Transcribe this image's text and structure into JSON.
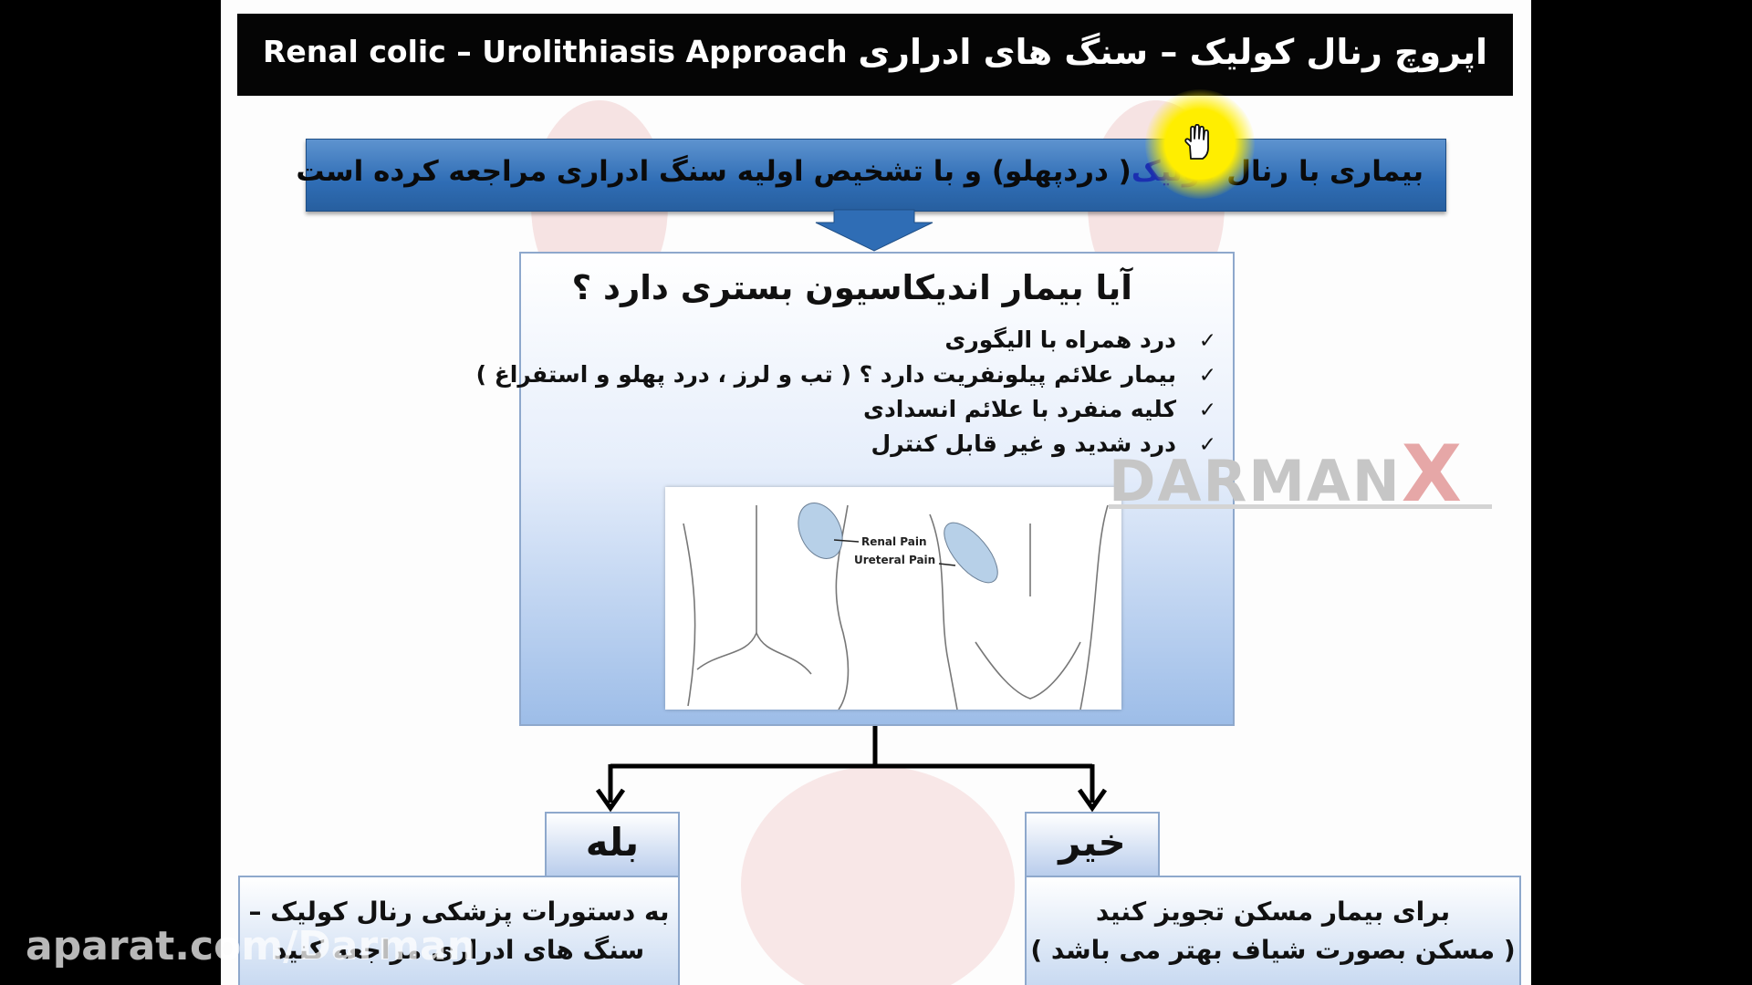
{
  "slide": {
    "title_en": "Renal colic – Urolithiasis Approach",
    "title_fa": "اپروچ رنال کولیک – سنگ های ادراری"
  },
  "banner": {
    "text_before": "بیماری با رنال ",
    "text_highlight": "کولیک",
    "text_after": "( دردپهلو) و با تشخیص اولیه سنگ ادراری مراجعه کرده است"
  },
  "question": {
    "title": "آیا بیمار اندیکاسیون بستری دارد ؟",
    "check_mark": "✓",
    "criteria": [
      "درد همراه با الیگوری",
      "بیمار علائم پیلونفریت دارد ؟ ( تب و لرز ، درد پهلو و استفراغ )",
      "کلیه منفرد با علائم انسدادی",
      "درد شدید و غیر قابل کنترل"
    ],
    "illustration_labels": {
      "renal": "Renal Pain",
      "ureteral": "Ureteral Pain"
    }
  },
  "branches": {
    "yes_label": "بله",
    "no_label": "خیر",
    "yes_result": [
      "به دستورات پزشکی رنال کولیک –",
      "سنگ های ادراری مراجعه کنید"
    ],
    "no_result": [
      "برای بیمار مسکن تجویز کنید",
      "( مسکن بصورت شیاف بهتر می باشد )"
    ]
  },
  "watermarks": {
    "brand_text": "DARMAN",
    "brand_x": "X",
    "site": "aparat.com/Darman"
  },
  "colors": {
    "banner": "#2f6db5",
    "title_bar": "#050505",
    "cursor_highlight": "#ffee00",
    "brand_x": "#e6a7a7"
  },
  "icons": {
    "cursor": "hand-pointer-icon"
  }
}
